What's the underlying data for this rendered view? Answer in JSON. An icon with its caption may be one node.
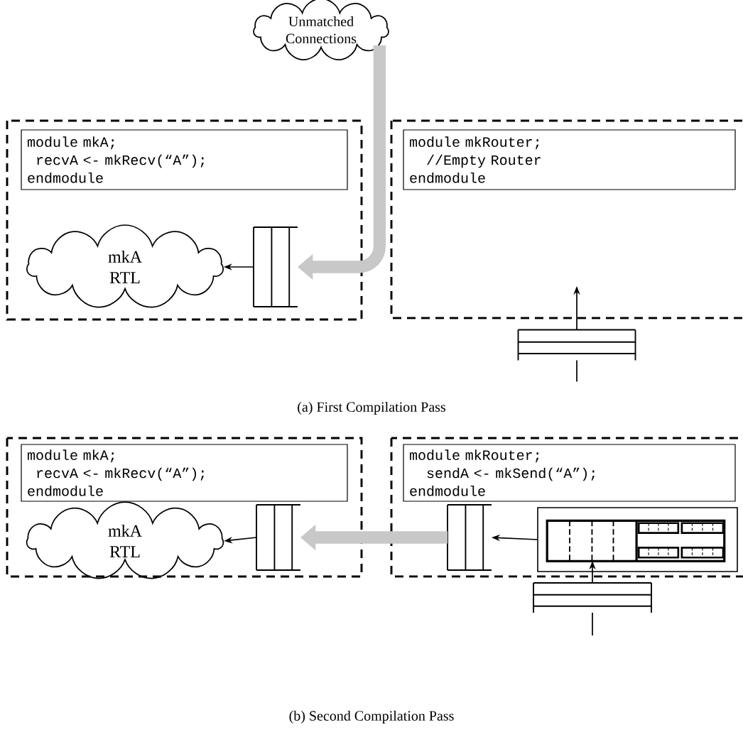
{
  "diagram": {
    "nodes": [
      {
        "text": [
          "Unmatched Connections"
        ]
      },
      {
        "text": [],
        "shape": "box"
      },
      {
        "text": [
          "module mkA;",
          "recvA <- mkRecv(“A”);",
          "endmodule"
        ],
        "in": 1
      },
      {
        "text": [
          "mkA RTL"
        ],
        "in": 1
      },
      {
        "text": [],
        "shape": "box",
        "in": 1
      },
      {
        "text": [],
        "shape": "box"
      },
      {
        "text": [
          "module mkRouter;",
          "//Empty Router",
          "endmodule"
        ],
        "in": 5
      },
      {
        "text": [],
        "shape": "box"
      },
      {
        "text": [],
        "shape": "box"
      },
      {
        "text": [
          "module mkA;",
          "recvA <- mkRecv(“A”);",
          "endmodule"
        ],
        "in": 8
      },
      {
        "text": [
          "mkA RTL"
        ],
        "in": 8
      },
      {
        "text": [],
        "shape": "box",
        "in": 8
      },
      {
        "text": [],
        "shape": "box"
      },
      {
        "text": [
          "module mkRouter;",
          "sendA <- mkSend(“A”);",
          "endmodule"
        ],
        "in": 12
      },
      {
        "text": [],
        "shape": "box",
        "in": 12
      },
      {
        "text": [],
        "shape": "box",
        "in": 12
      },
      {
        "text": [],
        "shape": "box"
      }
    ],
    "edges": [
      {
        "from": 0,
        "to": 4,
        "arrow": "to",
        "style": "thick",
        "color": "#c8c8c8"
      },
      {
        "from": 4,
        "to": 3,
        "arrow": "to"
      },
      {
        "from": 7,
        "to": 5,
        "arrow": "to"
      },
      {
        "from": null,
        "to": 7,
        "arrow": "none"
      },
      {
        "from": 11,
        "to": 10,
        "arrow": "to"
      },
      {
        "from": 14,
        "to": 11,
        "arrow": "to",
        "style": "thick",
        "color": "#c8c8c8"
      },
      {
        "from": 15,
        "to": 14,
        "arrow": "to"
      },
      {
        "from": 16,
        "to": 15,
        "arrow": "to"
      },
      {
        "from": null,
        "to": 16,
        "arrow": "none"
      }
    ],
    "labels": [
      "(a) First Compilation Pass",
      "(b) Second Compilation Pass"
    ]
  }
}
